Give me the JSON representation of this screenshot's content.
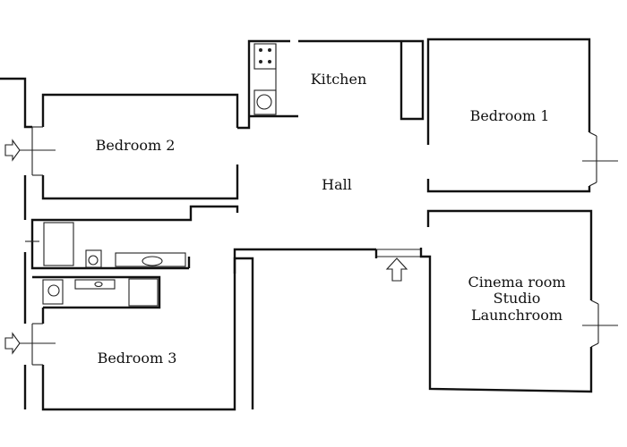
{
  "rooms": {
    "kitchen": "Kitchen",
    "bedroom_1": "Bedroom 1",
    "bedroom_2": "Bedroom 2",
    "hall": "Hall",
    "bedroom_3": "Bedroom 3",
    "cinema_line_1": "Cinema room",
    "cinema_line_2": "Studio",
    "cinema_line_3": "Launchroom"
  },
  "icons": {
    "entrance": "up-arrow-icon",
    "window_arrow": "right-arrow-icon"
  },
  "colors": {
    "walls": "#111111",
    "background": "#ffffff"
  }
}
